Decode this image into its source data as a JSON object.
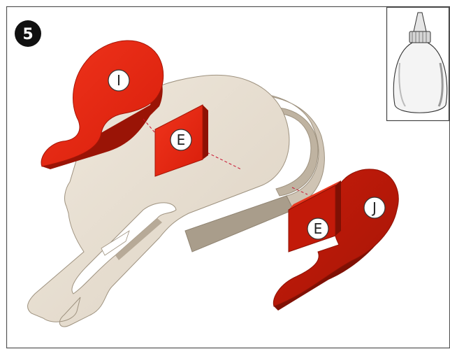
{
  "step": {
    "number": "5"
  },
  "parts": {
    "part_i": {
      "label": "I"
    },
    "part_e_top": {
      "label": "E"
    },
    "part_e_bottom": {
      "label": "E"
    },
    "part_j": {
      "label": "J"
    }
  },
  "inset": {
    "icon": "glue-bottle-icon"
  },
  "colors": {
    "red_part": "#e52410",
    "red_part_dark": "#b01808",
    "red_part_side": "#8e1205",
    "wood": "#e8dfd2",
    "wood_dark": "#b7aa98",
    "wood_side": "#cfc4b4",
    "frame": "#555555"
  }
}
